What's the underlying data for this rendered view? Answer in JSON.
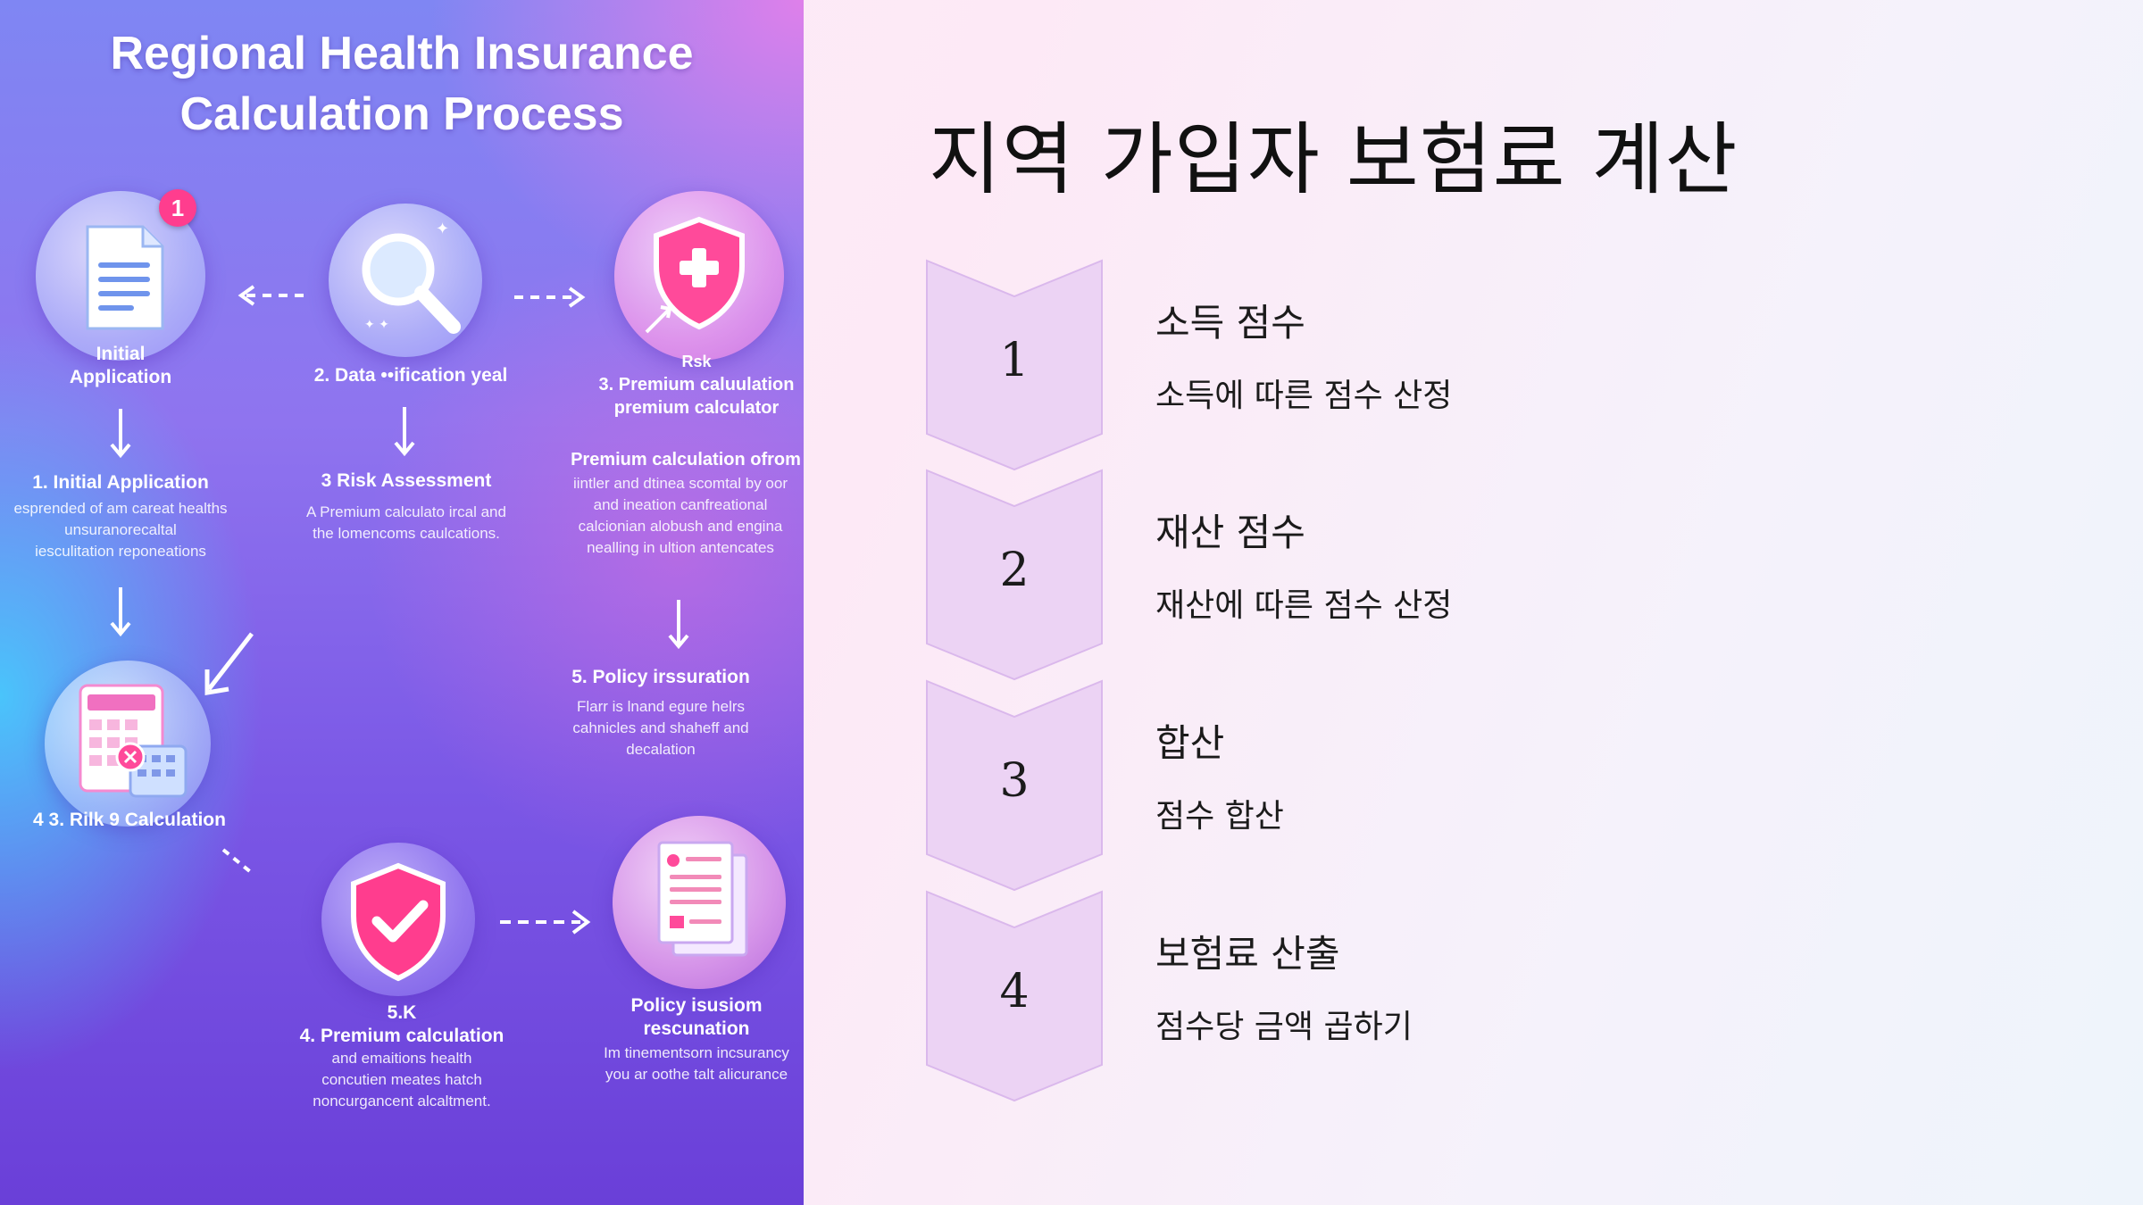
{
  "infographic": {
    "title_line1": "Regional Health Insurance",
    "title_line2": "Calculation Process",
    "badge": "1",
    "node1_label_a": "Initial",
    "node1_label_b": "Application",
    "node2_label": "2. Data ••ification yeal",
    "node3_label_a": "Rsk",
    "node3_label_b": "3. Premium caluulation",
    "node3_label_c": "premium calculator",
    "step1_title": "1. Initial Application",
    "step1_desc": "esprended of am careat healths\nunsuranorecaltal\niesculitation reponeations",
    "risk_title": "3 Risk Assessment",
    "risk_desc": "A Premium calculato ircal and\nthe lomencoms caulcations.",
    "premium_title": "Premium calculation ofrom",
    "premium_desc": "iintler and dtinea scomtal by oor\nand ineation canfreational\ncalcionian alobush and engina\nnealling in ultion antencates",
    "policy_issue_title": "5. Policy irssuration",
    "policy_issue_desc": "Flarr is lnand egure helrs\ncahnicles and shaheff and\ndecalation",
    "calc_label": "4 3. Rilk 9 Calculation",
    "check_label_a": "5.K",
    "check_label_b": "4. Premium calculation",
    "check_desc": "and emaitions health\nconcutien meates hatch\nnoncurgancent alcaltment.",
    "doc_label_a": "Policy isusiom",
    "doc_label_b": "rescunation",
    "doc_desc": "Im tinementsorn incsurancy\nyou ar oothe talt alicurance"
  },
  "main_title": "지역 가입자 보험료 계산",
  "steps": [
    {
      "number": "1",
      "title": "소득 점수",
      "desc": "소득에 따른 점수 산정"
    },
    {
      "number": "2",
      "title": "재산 점수",
      "desc": "재산에 따른 점수 산정"
    },
    {
      "number": "3",
      "title": "합산",
      "desc": "점수 합산"
    },
    {
      "number": "4",
      "title": "보험료 산출",
      "desc": "점수당 금액 곱하기"
    }
  ],
  "colors": {
    "chevron_fill": "#ecd3f4",
    "chevron_stroke": "#dab8ec",
    "badge": "#ff3d8e",
    "shield": "#ff4a9a"
  }
}
